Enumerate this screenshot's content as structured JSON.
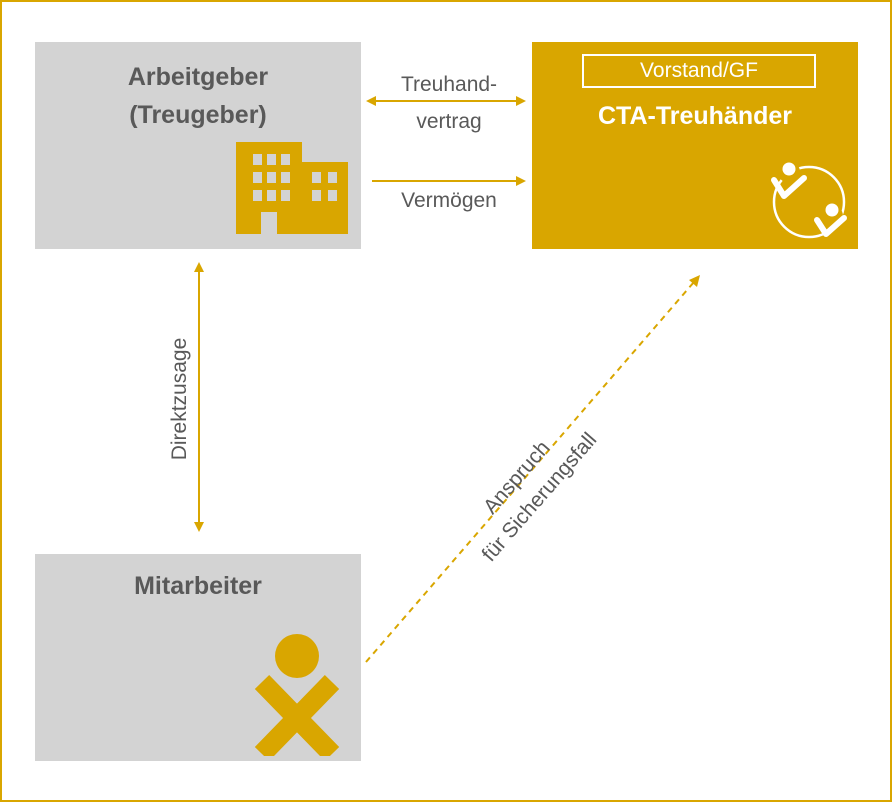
{
  "colors": {
    "accent": "#D9A600",
    "box_grey": "#D3D3D3",
    "text_grey": "#595959"
  },
  "employer": {
    "line1": "Arbeitgeber",
    "line2": "(Treugeber)",
    "icon": "building-icon"
  },
  "trustee": {
    "tag": "Vorstand/GF",
    "title": "CTA-Treuhänder",
    "icon": "circular-people-icon"
  },
  "employee": {
    "title": "Mitarbeiter",
    "icon": "person-icon"
  },
  "edges": {
    "trust_contract_line1": "Treuhand-",
    "trust_contract_line2": "vertrag",
    "assets": "Vermögen",
    "direct_commitment": "Direktzusage",
    "claim_line1": "Anspruch",
    "claim_line2": "für Sicherungsfall"
  }
}
